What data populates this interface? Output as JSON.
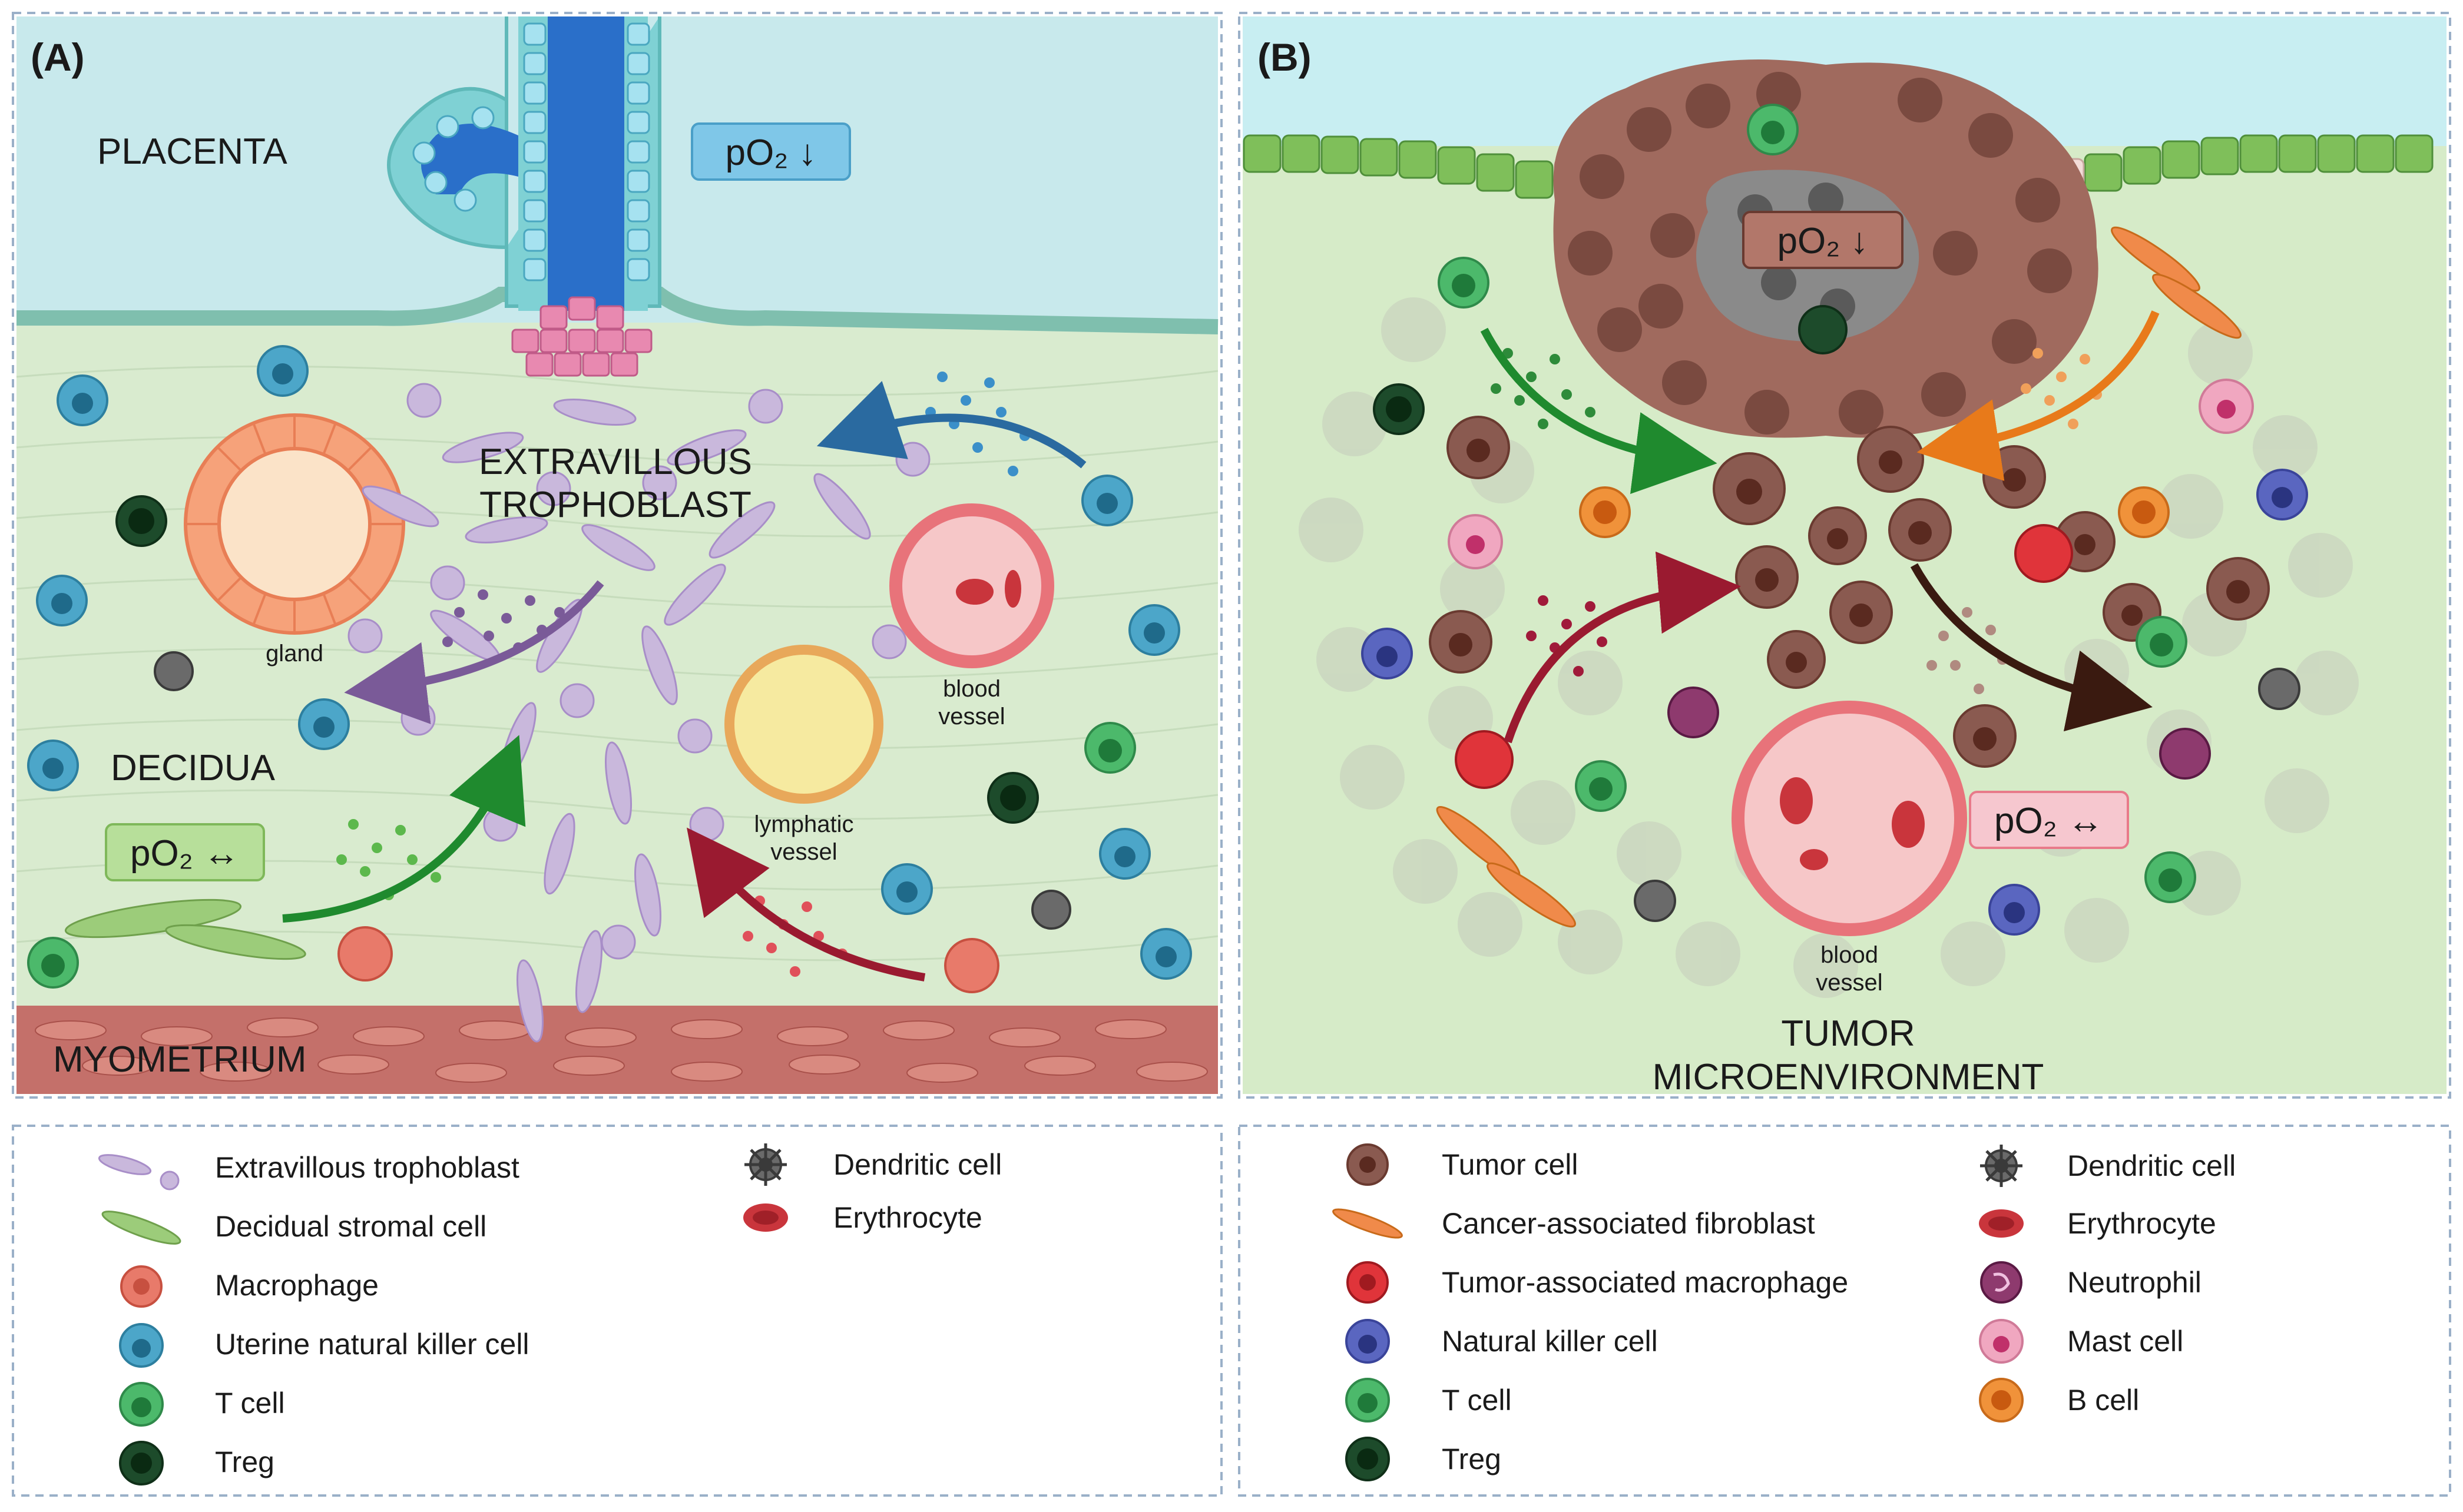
{
  "panel_a": {
    "tag": "(A)",
    "placenta": "PLACENTA",
    "evt_line1": "EXTRAVILLOUS",
    "evt_line2": "TROPHOBLAST",
    "decidua": "DECIDUA",
    "myometrium": "MYOMETRIUM",
    "gland": "gland",
    "blood_vessel_1": "blood",
    "blood_vessel_2": "vessel",
    "lymph_1": "lymphatic",
    "lymph_2": "vessel",
    "po2_low": "pO₂ ↓",
    "po2_normal": "pO₂ ↔"
  },
  "panel_b": {
    "tag": "(B)",
    "po2_low": "pO₂ ↓",
    "po2_normal": "pO₂ ↔",
    "blood_vessel_1": "blood",
    "blood_vessel_2": "vessel",
    "tme_line1": "TUMOR",
    "tme_line2": "MICROENVIRONMENT"
  },
  "legend_a": [
    {
      "icon": "trophoblast-icon",
      "label": "Extravillous trophoblast"
    },
    {
      "icon": "stromal-cell-icon",
      "label": "Decidual stromal cell"
    },
    {
      "icon": "macrophage-icon",
      "label": "Macrophage"
    },
    {
      "icon": "unk-cell-icon",
      "label": "Uterine natural killer cell"
    },
    {
      "icon": "t-cell-icon",
      "label": "T cell"
    },
    {
      "icon": "treg-icon",
      "label": "Treg"
    },
    {
      "icon": "dendritic-cell-icon",
      "label": "Dendritic cell"
    },
    {
      "icon": "erythrocyte-icon",
      "label": "Erythrocyte"
    }
  ],
  "legend_b": [
    {
      "icon": "tumor-cell-icon",
      "label": "Tumor cell"
    },
    {
      "icon": "caf-icon",
      "label": "Cancer-associated fibroblast"
    },
    {
      "icon": "tam-icon",
      "label": "Tumor-associated macrophage"
    },
    {
      "icon": "nk-cell-icon",
      "label": "Natural killer cell"
    },
    {
      "icon": "t-cell-icon",
      "label": "T cell"
    },
    {
      "icon": "treg-icon",
      "label": "Treg"
    },
    {
      "icon": "dendritic-cell-icon",
      "label": "Dendritic cell"
    },
    {
      "icon": "erythrocyte-icon",
      "label": "Erythrocyte"
    },
    {
      "icon": "neutrophil-icon",
      "label": "Neutrophil"
    },
    {
      "icon": "mast-cell-icon",
      "label": "Mast cell"
    },
    {
      "icon": "b-cell-icon",
      "label": "B cell"
    }
  ],
  "colors": {
    "sky": "#c8e9ec",
    "decidua": "#d9ebcf",
    "myometrium": "#c4706a",
    "tme_bg": "#d6ebc8",
    "tumor": "#8a5a50",
    "unk": "#4ca6c9",
    "t_cell": "#4cb96b",
    "treg": "#1d4b2b",
    "nk": "#5a66c0",
    "b_cell": "#f0923a",
    "neutrophil": "#8e3a6e",
    "mast": "#f0a7c0",
    "erythrocyte": "#c9353c",
    "macrophage": "#e87a6a",
    "tam": "#e0343a",
    "caf": "#f08a4a",
    "trophoblast": "#c9b8dc",
    "dendritic": "#6a6a6a"
  }
}
